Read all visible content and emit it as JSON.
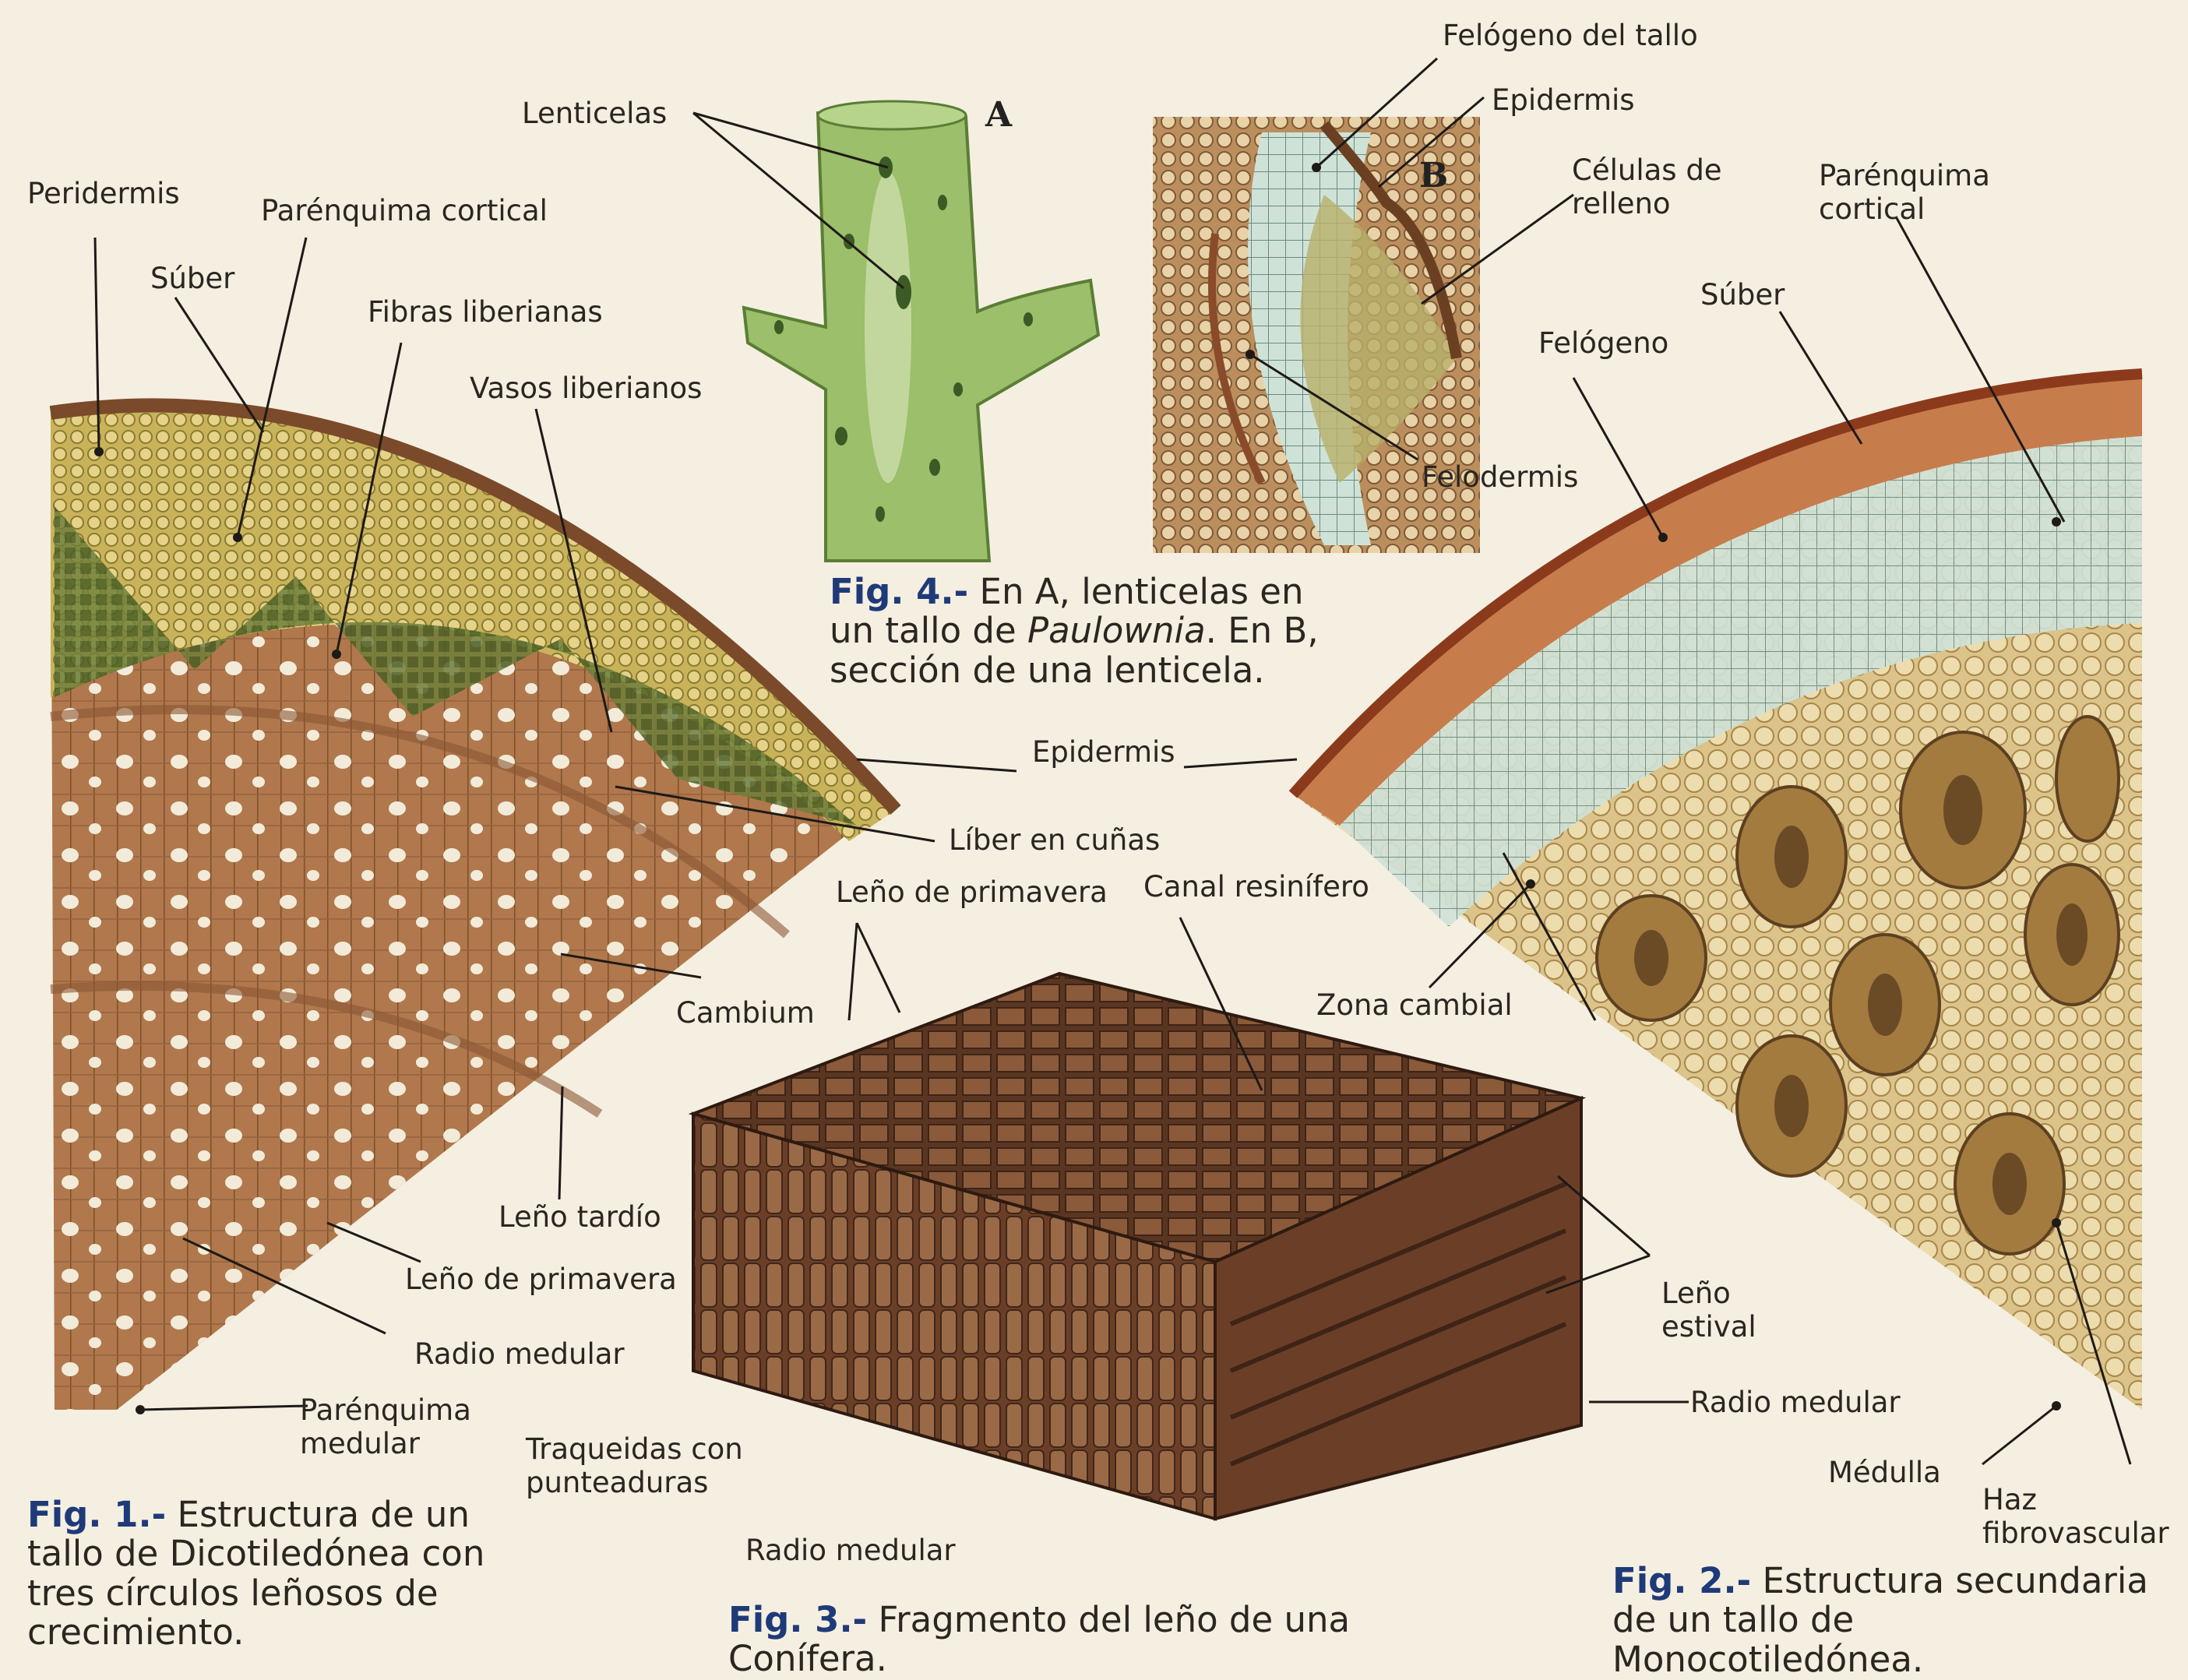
{
  "labels": {
    "peridermis": "Peridermis",
    "suber_1": "Súber",
    "parenquima_cortical_1": "Parénquima cortical",
    "fibras_liberianas": "Fibras liberianas",
    "vasos_liberianos": "Vasos liberianos",
    "cambium": "Cambium",
    "leno_tardio": "Leño tardío",
    "leno_primavera_1": "Leño de primavera",
    "radio_medular_1": "Radio medular",
    "parenquima_medular": "Parénquima medular",
    "lenticelas": "Lenticelas",
    "letter_a": "A",
    "letter_b": "B",
    "felogeno_tallo": "Felógeno del tallo",
    "epidermis_4": "Epidermis",
    "celulas_relleno": "Células de relleno",
    "felodermis": "Felodermis",
    "epidermis_center": "Epidermis",
    "liber_cunas": "Líber en cuñas",
    "leno_primavera_3": "Leño de primavera",
    "canal_resinifero": "Canal resinífero",
    "zona_cambial": "Zona cambial",
    "leno_estival": "Leño estival",
    "radio_medular_3a": "Radio medular",
    "radio_medular_3b": "Radio medular",
    "traqueidas": "Traqueidas con punteaduras",
    "parenquima_cortical_2": "Parénquima cortical",
    "suber_2": "Súber",
    "felogeno": "Felógeno",
    "medulla": "Médulla",
    "haz_fibrovascular": "Haz fibrovascular"
  },
  "captions": {
    "fig1": {
      "label": "Fig. 1.-",
      "text": "Estructura de un tallo de Dicotiledónea con tres círculos leñosos de crecimiento."
    },
    "fig2": {
      "label": "Fig. 2.-",
      "text": "Estructura secundaria de un tallo de Monocotiledónea."
    },
    "fig3": {
      "label": "Fig. 3.-",
      "text": "Fragmento del leño de una Conífera."
    },
    "fig4": {
      "label": "Fig. 4.-",
      "pre": "En A, lenticelas en un tallo de",
      "italic": "Paulownia",
      "post": ". En B, sección de una lenticela."
    }
  }
}
